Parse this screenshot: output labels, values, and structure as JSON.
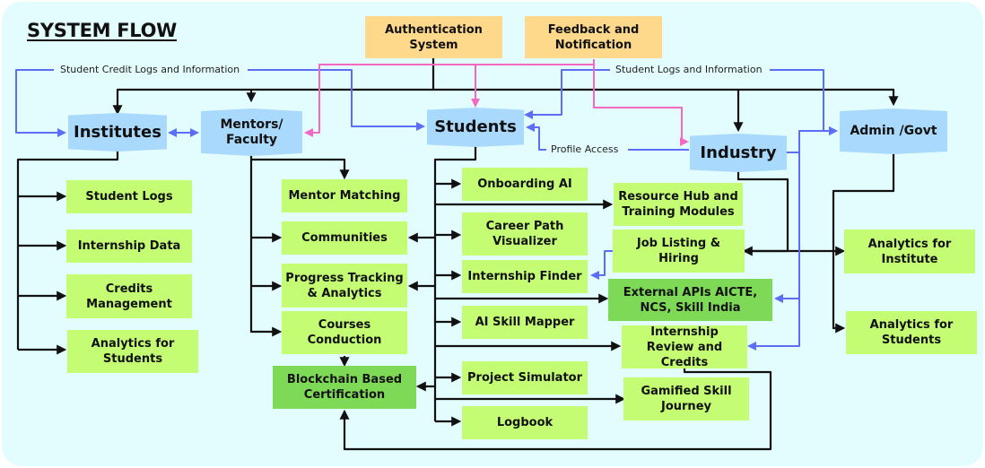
{
  "title": "SYSTEM FLOW",
  "colors": {
    "background": "#e3fcfd",
    "entity": "#a9d9fc",
    "system": "#fed98c",
    "feature": "#c4fc74",
    "feature_highlight": "#7ed957",
    "flow_black": "#111111",
    "flow_blue": "#5b6ef5",
    "flow_pink": "#f467c4"
  },
  "systems": {
    "authentication": "Authentication System",
    "feedback": "Feedback and Notification"
  },
  "entities": {
    "institutes": "Institutes",
    "mentors": "Mentors/ Faculty",
    "students": "Students",
    "industry": "Industry",
    "admin": "Admin /Govt"
  },
  "edge_labels": {
    "student_credit_logs": "Student Credit Logs and Information",
    "student_logs": "Student Logs and Information",
    "profile_access": "Profile Access"
  },
  "institute_features": [
    "Student Logs",
    "Internship Data",
    "Credits Management",
    "Analytics for Students"
  ],
  "mentor_features": [
    "Mentor Matching",
    "Communities",
    "Progress Tracking & Analytics",
    "Courses Conduction",
    "Blockchain Based Certification"
  ],
  "student_features": [
    "Onboarding AI",
    "Career Path Visualizer",
    "Internship Finder",
    "AI Skill Mapper",
    "Project Simulator",
    "Logbook"
  ],
  "industry_features": [
    "Resource Hub and Training Modules",
    "Job Listing & Hiring",
    "External APIs AICTE, NCS, Skill India",
    "Internship Review and Credits",
    "Gamified Skill Journey"
  ],
  "admin_features": [
    "Analytics for Institute",
    "Analytics for Students"
  ]
}
